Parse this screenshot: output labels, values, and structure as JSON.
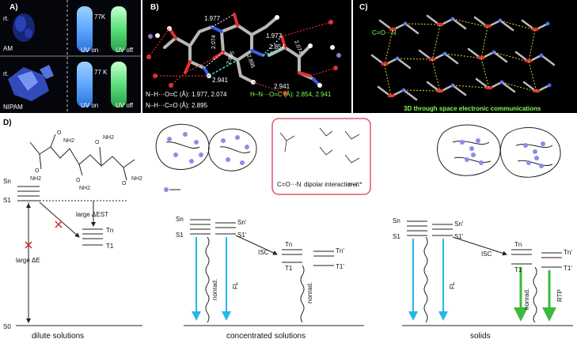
{
  "panelA": {
    "label": "A)",
    "top": {
      "rt": "rt.",
      "name": "AM",
      "temp": "77K",
      "uv_on": "UV on",
      "uv_off": "UV off"
    },
    "bottom": {
      "rt": "rt.",
      "name": "NIPAM",
      "temp": "77 K",
      "uv_on": "UV on",
      "uv_off": "UV off"
    }
  },
  "panelB": {
    "label": "B)",
    "distances": [
      "1.977",
      "1.977",
      "2.074",
      "2.895",
      "2.941",
      "2.854",
      "2.074",
      "2.895",
      "2.941"
    ],
    "legend": {
      "line1": "N–H···O=C (Å): 1.977, 2.074",
      "line2": "N–H···C=O (Å): 2.895",
      "line3": "H–N···O=C (Å): 2.854, 2.941"
    }
  },
  "panelC": {
    "label": "C)",
    "bond_label": "C=O···N",
    "caption": "3D through space electronic communications"
  },
  "panelD": {
    "label": "D)",
    "structure": {
      "nh2_a": "NH2",
      "nh2_b": "NH2",
      "nh2_c": "NH2",
      "nh2_d": "NH2",
      "nh2_e": "NH2",
      "o_a": "O",
      "o_b": "O",
      "o_c": "O",
      "o_d": "O",
      "o_e": "O"
    },
    "dilute": {
      "sn": "Sn",
      "s1": "S1",
      "s0": "S0",
      "tn": "Tn",
      "t1": "T1",
      "large_de": "large ΔE",
      "large_dest": "large ΔEST",
      "caption": "dilute solutions"
    },
    "interactions": {
      "label1": "C=O···N",
      "label2": "dipolar interactions",
      "label3": "n–π*"
    },
    "concentrated": {
      "sn": "Sn",
      "s1": "S1",
      "sn_p": "Sn'",
      "s1_p": "S1'",
      "tn": "Tn",
      "t1": "T1",
      "tn_p": "Tn'",
      "t1_p": "T1'",
      "isc": "ISC",
      "nonrad1": "nonrad.",
      "fl": "FL",
      "nonrad2": "nonrad.",
      "caption": "concentrated solutions"
    },
    "solids": {
      "sn": "Sn",
      "s1": "S1",
      "sn_p": "Sn'",
      "s1_p": "S1'",
      "tn": "Tn",
      "t1": "T1",
      "tn_p": "Tn'",
      "t1_p": "T1'",
      "isc": "ISC",
      "fl": "FL",
      "nonrad": "nonrad.",
      "rtp": "RTP",
      "caption": "solids"
    }
  }
}
